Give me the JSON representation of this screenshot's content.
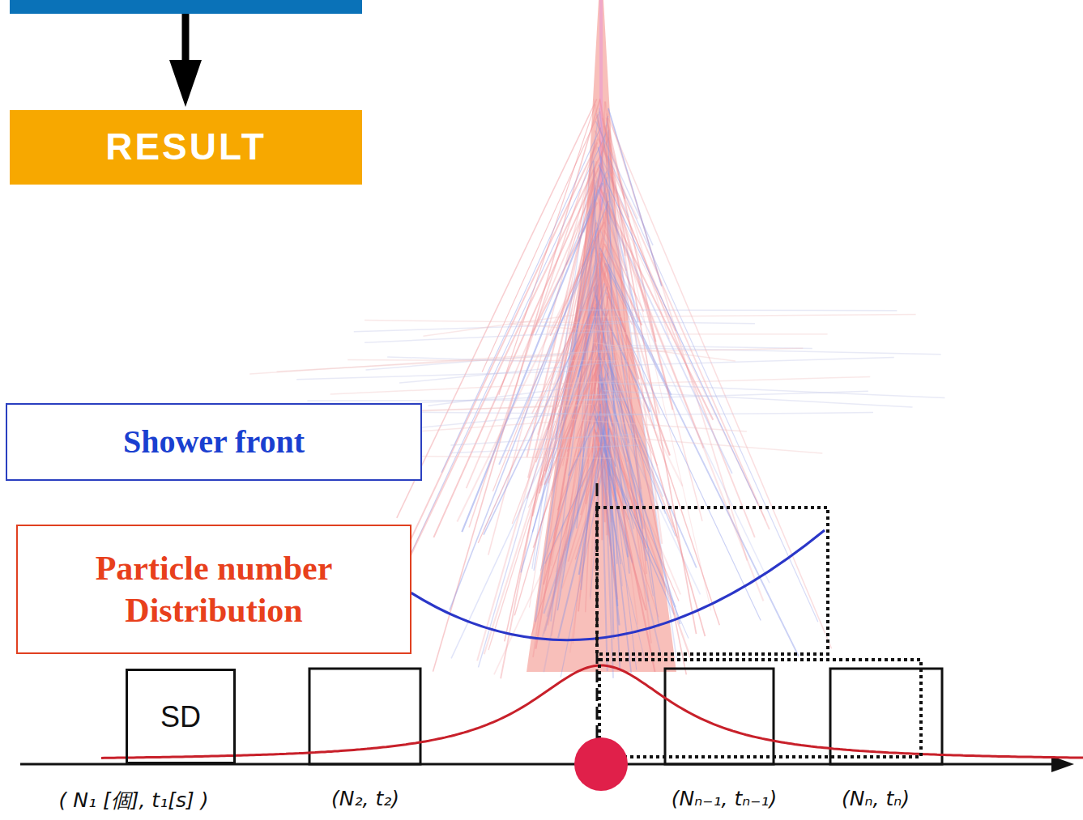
{
  "diagram": {
    "nodes": [
      {
        "text": [
          "RESULT"
        ]
      },
      {
        "text": [
          "Shower front"
        ]
      },
      {
        "text": [
          "Particle number Distribution"
        ]
      },
      {
        "text": [
          "SD"
        ]
      }
    ],
    "labels": [
      "( N₁ [個], t₁[s] )",
      "(N₂, t₂)",
      "(Nₙ₋₁, tₙ₋₁)",
      "(Nₙ, tₙ)"
    ]
  }
}
